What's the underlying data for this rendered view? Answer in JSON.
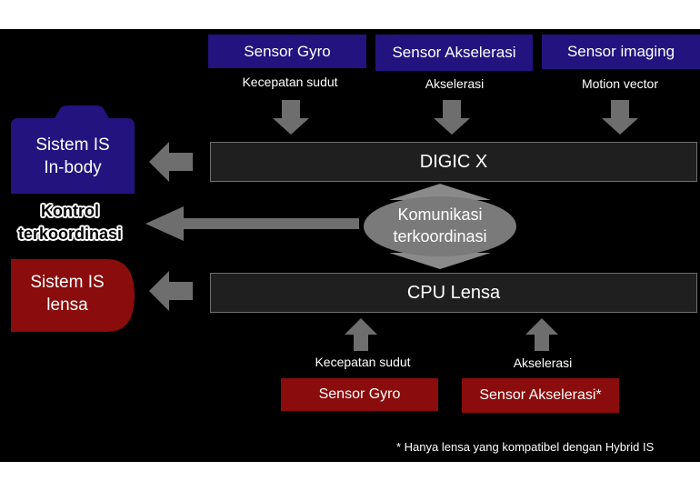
{
  "top_sensors": [
    {
      "name": "Sensor Gyro",
      "output": "Kecepatan sudut"
    },
    {
      "name": "Sensor Akselerasi",
      "output": "Akselerasi"
    },
    {
      "name": "Sensor imaging",
      "output": "Motion vector"
    }
  ],
  "digic": "DIGIC X",
  "communication": {
    "line1": "Komunikasi",
    "line2": "terkoordinasi"
  },
  "cpu": "CPU Lensa",
  "body_is": {
    "line1": "Sistem IS",
    "line2": "In-body"
  },
  "control": {
    "line1": "Kontrol",
    "line2": "terkoordinasi"
  },
  "lens_is": {
    "line1": "Sistem IS",
    "line2": "lensa"
  },
  "bottom_sensors": [
    {
      "name": "Sensor Gyro",
      "output": "Kecepatan sudut"
    },
    {
      "name": "Sensor Akselerasi*",
      "output": "Akselerasi"
    }
  ],
  "footnote": "* Hanya lensa yang kompatibel dengan Hybrid IS",
  "colors": {
    "sensor_blue": "#23137f",
    "sensor_red": "#8a0c0c",
    "arrow_gray": "#6e6e6e",
    "panel": "#1f1f1f"
  }
}
